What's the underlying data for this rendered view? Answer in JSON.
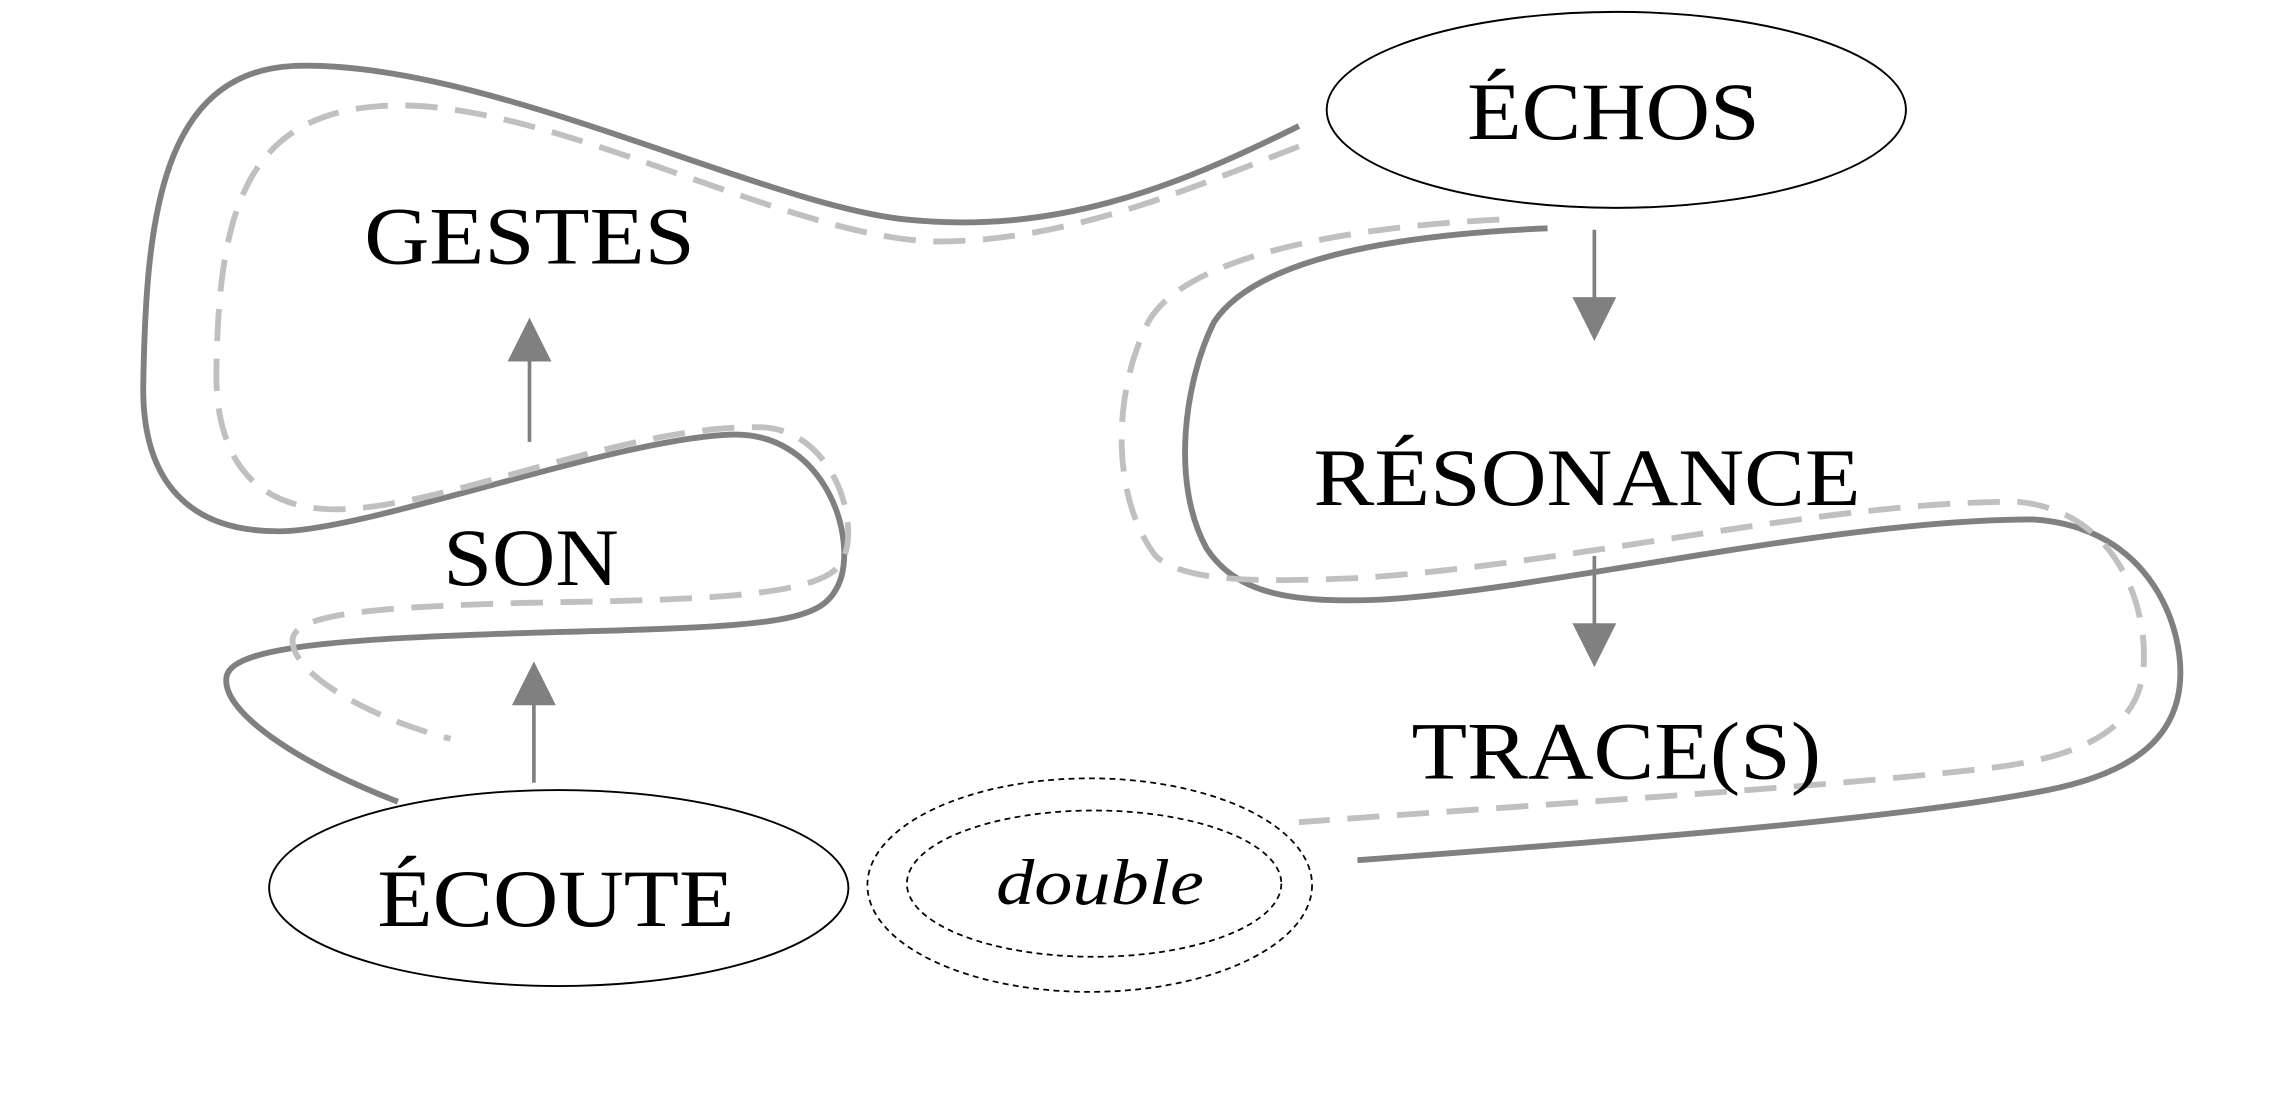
{
  "diagram": {
    "nodes": {
      "echos": "ÉCHOS",
      "gestes": "GESTES",
      "son": "SON",
      "ecoute": "ÉCOUTE",
      "resonance": "RÉSONANCE",
      "traces": "TRACE(S)",
      "double": "double"
    },
    "edges": [
      {
        "from": "ÉCOUTE",
        "to": "SON"
      },
      {
        "from": "SON",
        "to": "GESTES"
      },
      {
        "from": "ÉCHOS",
        "to": "RÉSONANCE"
      },
      {
        "from": "RÉSONANCE",
        "to": "TRACE(S)"
      }
    ],
    "colors": {
      "solid_path": "#808080",
      "dashed_path": "#c0c0c0",
      "arrow": "#808080",
      "text": "#000000"
    }
  }
}
